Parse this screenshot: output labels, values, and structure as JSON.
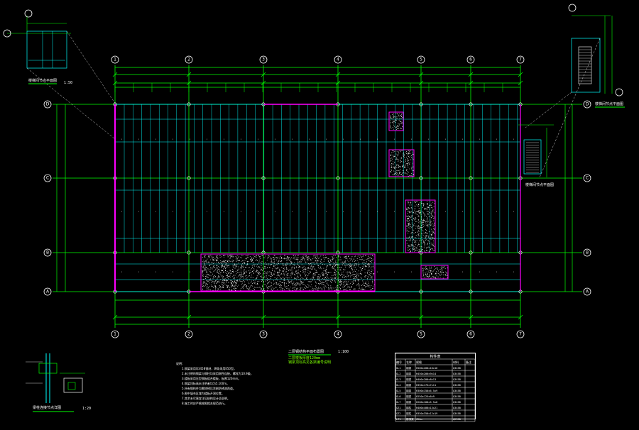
{
  "drawing": {
    "main_title": "二层钢结构平面布置图",
    "main_scale": "1:100",
    "detail_nw_title": "楼梯间节点平面图",
    "detail_nw_scale": "1:50",
    "detail_ne_title": "楼梯间节点平面图",
    "detail_se_title": "楼梯间节点平面图",
    "detail_sw_title": "梁柱连接节点详图",
    "detail_sw_scale": "1:20",
    "subtitle_line": "二层楼板厚度120mm",
    "subtitle_line2": "钢梁顶标高见各梁编号说明"
  },
  "axes": {
    "columns": [
      "1",
      "2",
      "3",
      "4",
      "5",
      "6",
      "7"
    ],
    "rows": [
      "D",
      "C",
      "B",
      "A"
    ]
  },
  "notes": {
    "heading": "说明：",
    "lines": [
      "1.钢梁采用Q345B钢材，焊条采用E50型。",
      "2.未注明的钢梁与钢柱均采用刚性连接，螺栓为10.9级。",
      "3.楼板采用压型钢板组合楼板，板厚120mm。",
      "4.钢梁顶标高未注明者均为5.100m。",
      "5.所有钢构件均需除锈后涂刷防锈漆两道。",
      "6.图中填充区域为楼板开洞位置。",
      "7.其余未尽事宜详见结构设计总说明。",
      "8.施工时应严格按照相关规范执行。"
    ]
  },
  "table": {
    "title": "构件表",
    "headers": [
      "编号",
      "名称",
      "规格",
      "材料",
      "备注"
    ],
    "rows": [
      [
        "GL1",
        "钢梁",
        "H500x200x10x16",
        "Q345B",
        ""
      ],
      [
        "GL2",
        "钢梁",
        "H450x200x9x14",
        "Q345B",
        ""
      ],
      [
        "GL3",
        "钢梁",
        "H400x200x8x13",
        "Q345B",
        ""
      ],
      [
        "GL4",
        "钢梁",
        "H350x175x7x11",
        "Q345B",
        ""
      ],
      [
        "GL5",
        "钢梁",
        "H300x150x6.5x9",
        "Q345B",
        ""
      ],
      [
        "GL6",
        "钢梁",
        "H250x125x6x9",
        "Q345B",
        ""
      ],
      [
        "GL7",
        "钢梁",
        "H200x100x5.5x8",
        "Q345B",
        ""
      ],
      [
        "GZ1",
        "钢柱",
        "H400x400x13x21",
        "Q345B",
        ""
      ],
      [
        "GZ2",
        "钢柱",
        "H350x350x12x19",
        "Q345B",
        ""
      ],
      [
        "LT1",
        "楼梯梁",
        "C20a",
        "Q235B",
        ""
      ]
    ]
  },
  "colors": {
    "grid": "#00ff00",
    "beam": "#00ffff",
    "wall": "#ff00ff",
    "text": "#ffffff",
    "hatch": "#ff00ff"
  }
}
